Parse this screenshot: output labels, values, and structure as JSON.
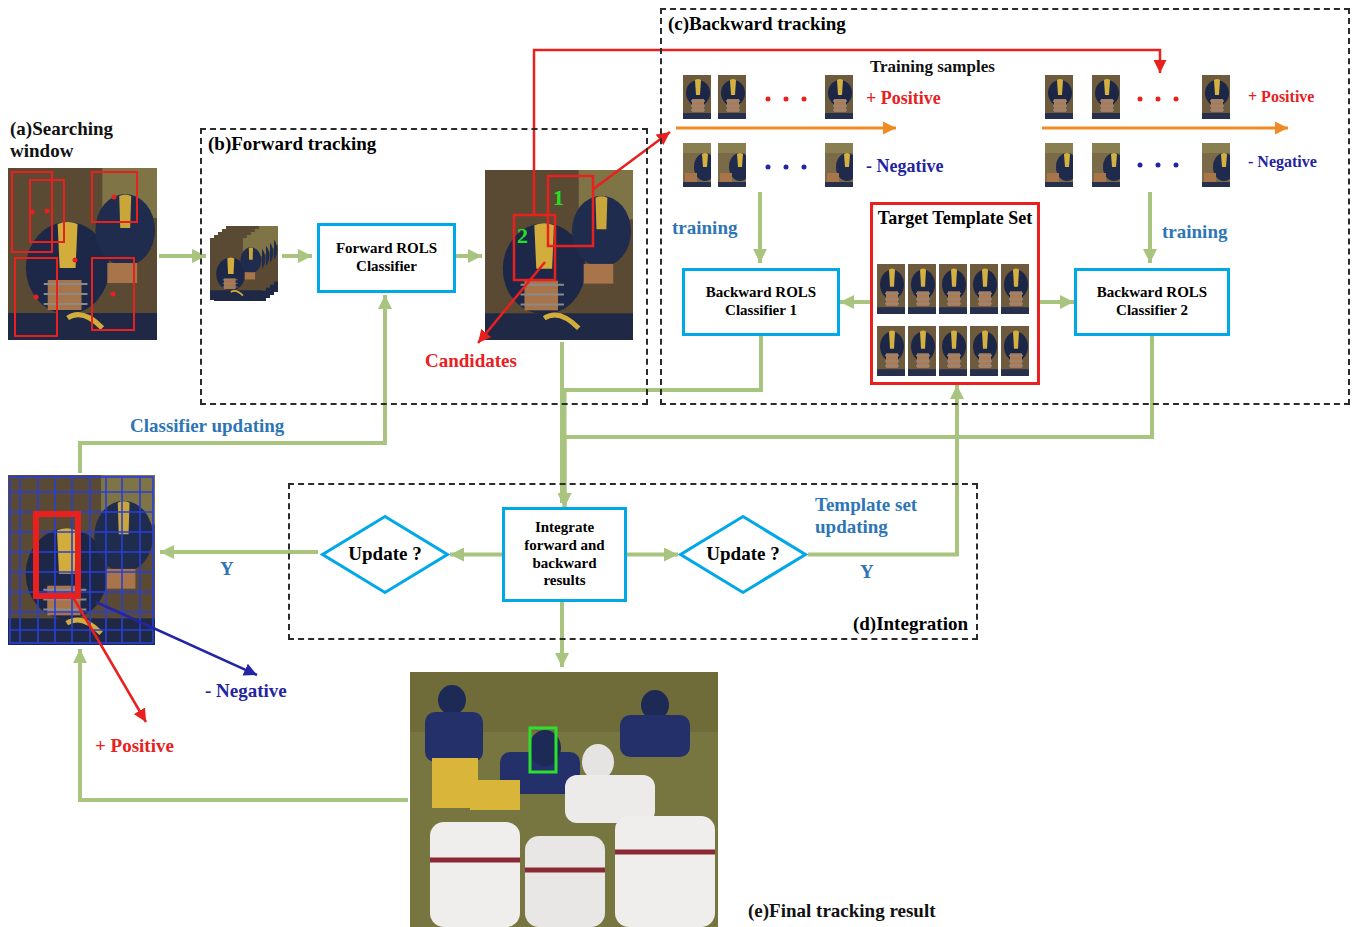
{
  "diagram": {
    "nodes": [
      {
        "text": [
          "(b)Forward tracking"
        ]
      },
      {
        "text": [
          "Forward ROLS Classifier"
        ],
        "in": 0
      },
      {
        "text": [
          "(c)Backward tracking"
        ]
      },
      {
        "text": [
          "Backward ROLS Classifier 1"
        ],
        "in": 2
      },
      {
        "text": [
          "Target Template Set"
        ],
        "in": 2
      },
      {
        "text": [
          "Backward ROLS Classifier 2"
        ],
        "in": 2
      },
      {
        "text": [
          "(d)Integration"
        ]
      },
      {
        "text": [
          "Update ?"
        ],
        "in": 6
      },
      {
        "text": [
          "Integrate forward and backward results"
        ],
        "in": 6
      },
      {
        "text": [
          "Update ?"
        ],
        "in": 6
      }
    ],
    "edges": [
      {
        "from": 4,
        "to": 3,
        "arrow": "to"
      },
      {
        "from": 4,
        "to": 5,
        "arrow": "to"
      },
      {
        "from": 3,
        "to": 8,
        "arrow": "to"
      },
      {
        "from": 5,
        "to": 8,
        "arrow": "to"
      },
      {
        "from": 8,
        "to": 7,
        "arrow": "to"
      },
      {
        "from": 8,
        "to": 9,
        "arrow": "to"
      },
      {
        "from": 9,
        "to": 4,
        "label": "Y",
        "arrow": "to"
      }
    ],
    "labels": [
      "(a)Searching window",
      "1",
      "2",
      "Candidates",
      "Training samples",
      "+ Positive",
      "- Negative",
      "+ Positive",
      "- Negative",
      "training",
      "training",
      "Classifier updating",
      "Y",
      "Template set updating",
      "- Negative",
      "+ Positive",
      "(e)Final tracking result"
    ]
  }
}
